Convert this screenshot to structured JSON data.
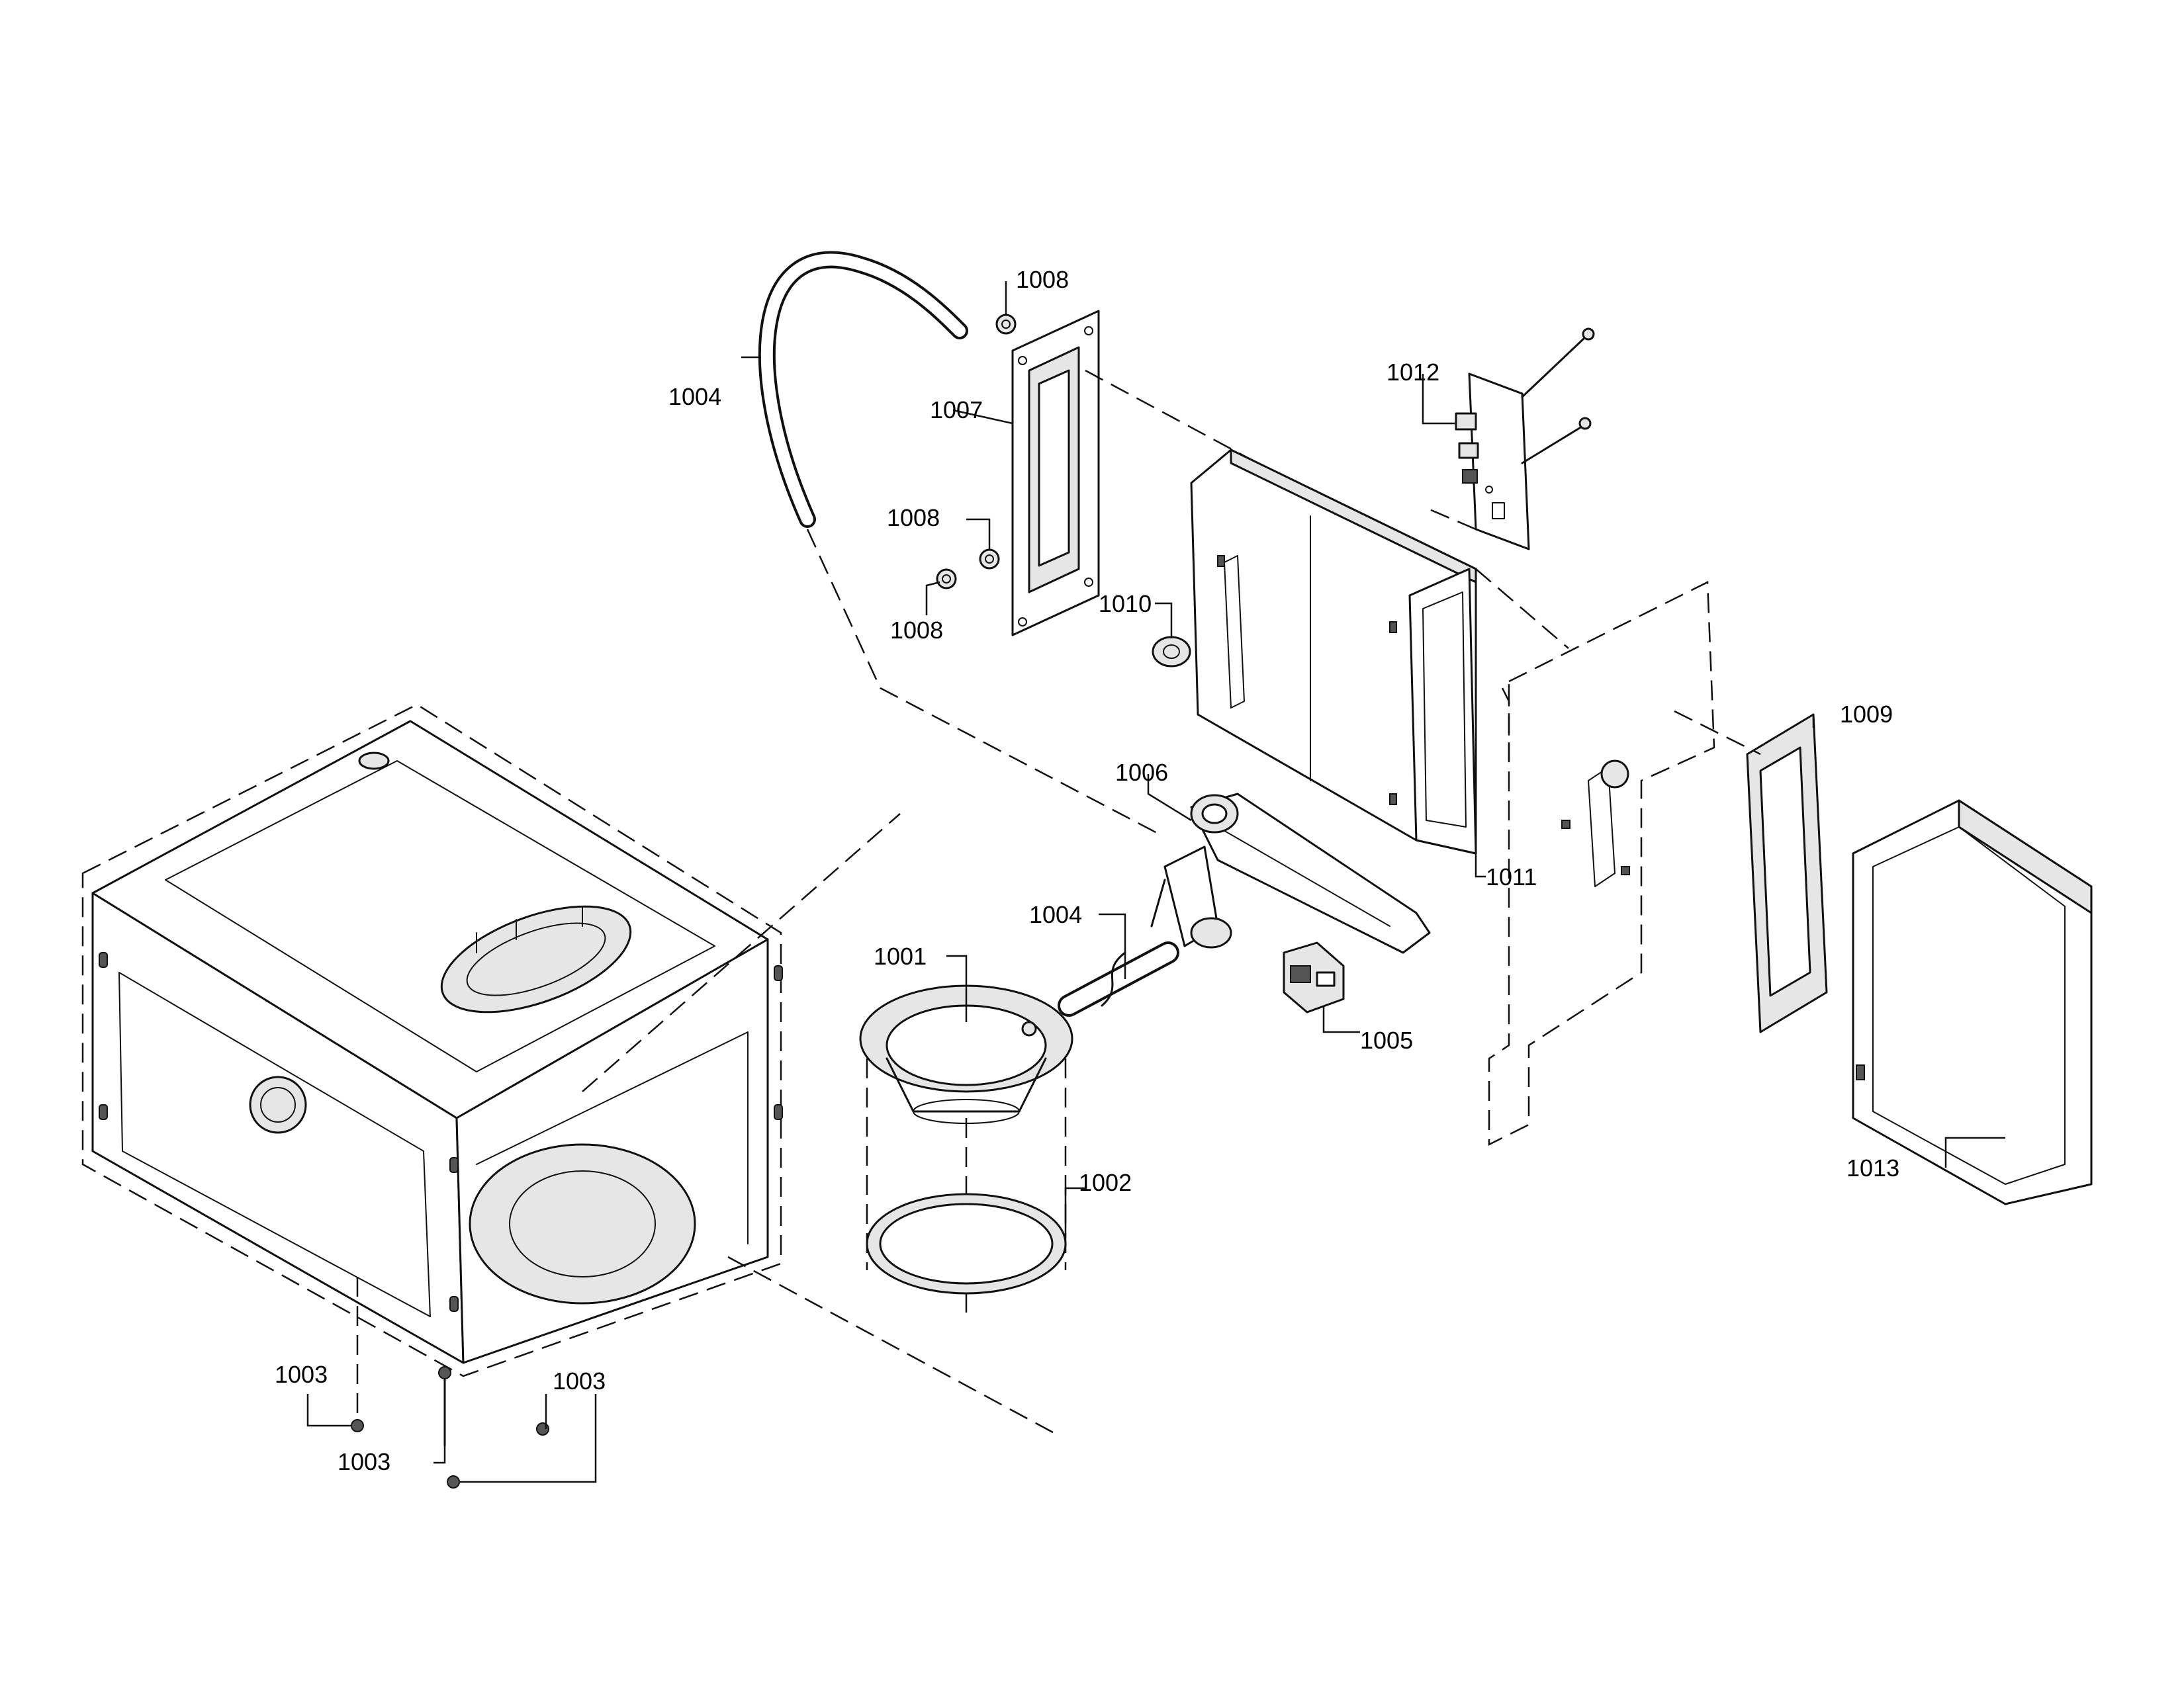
{
  "callouts": {
    "c1001": "1001",
    "c1002": "1002",
    "c1003a": "1003",
    "c1003b": "1003",
    "c1003c": "1003",
    "c1004a": "1004",
    "c1004b": "1004",
    "c1005": "1005",
    "c1006": "1006",
    "c1007": "1007",
    "c1008a": "1008",
    "c1008b": "1008",
    "c1008c": "1008",
    "c1009": "1009",
    "c1010": "1010",
    "c1011": "1011",
    "c1012": "1012",
    "c1013": "1013"
  }
}
